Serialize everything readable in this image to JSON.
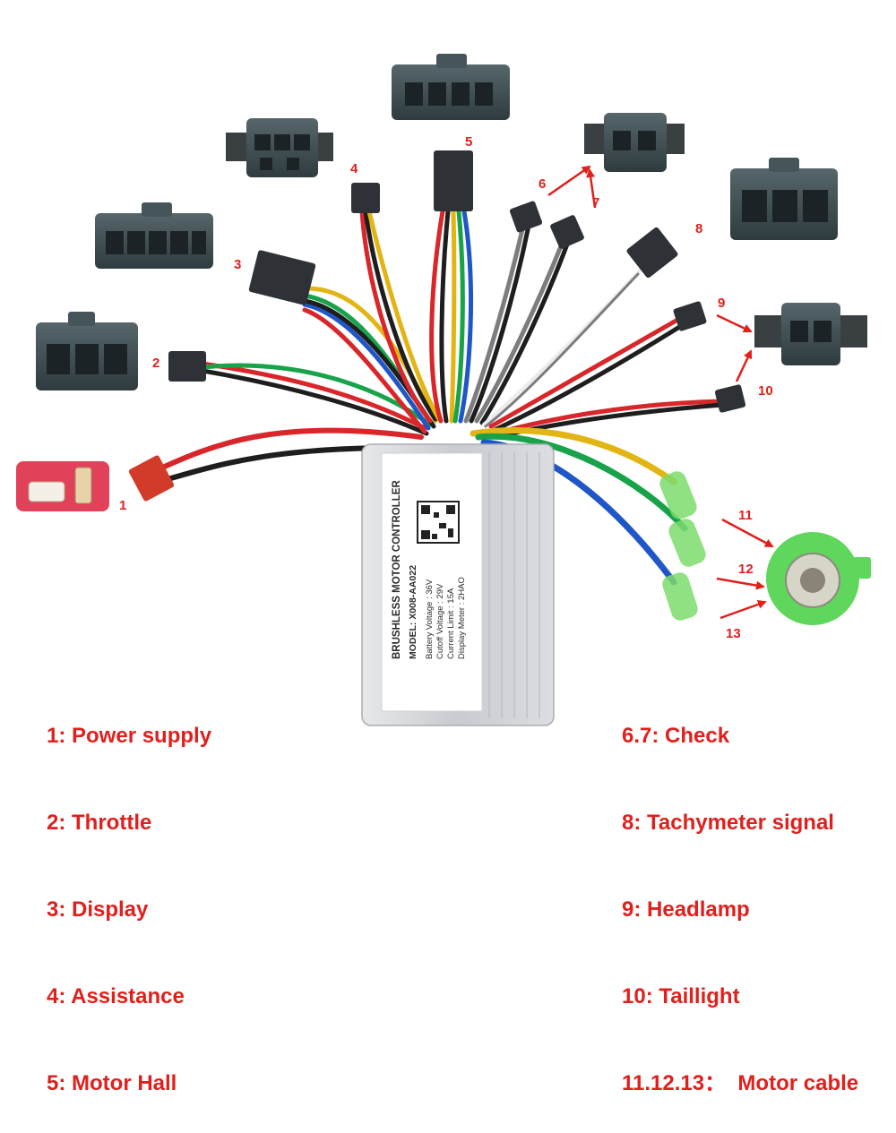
{
  "diagram": {
    "numbers": {
      "n1": "1",
      "n2": "2",
      "n3": "3",
      "n4": "4",
      "n5": "5",
      "n6": "6",
      "n7": "7",
      "n8": "8",
      "n9": "9",
      "n10": "10",
      "n11": "11",
      "n12": "12",
      "n13": "13"
    },
    "controller_label": {
      "title": "BRUSHLESS MOTOR CONTROLLER",
      "model": "MODEL: X008-AA022",
      "spec1": "Battery Voltage  : 36V",
      "spec2": "Cutoff Voltage   : 29V",
      "spec3": "Current Limit    : 15A",
      "spec4": "Display Meter    : 2HAO"
    },
    "wire_colors": {
      "red": "#d8262a",
      "black": "#1e1e1e",
      "yellow": "#e2b515",
      "green": "#18a34a",
      "blue": "#1f56c8",
      "gray": "#7d7d80",
      "white": "#ececec",
      "connector": "#2e3236",
      "housing": "#3d4a4e",
      "sheath": "#7bdc6c",
      "accent": "#e0201c"
    }
  },
  "legend": {
    "left": [
      "1: Power supply",
      "2: Throttle",
      "3: Display",
      "4: Assistance",
      "5: Motor Hall"
    ],
    "right": [
      "6.7: Check",
      "8: Tachymeter signal",
      "9: Headlamp",
      "10: Taillight",
      "11.12.13：  Motor cable"
    ]
  }
}
